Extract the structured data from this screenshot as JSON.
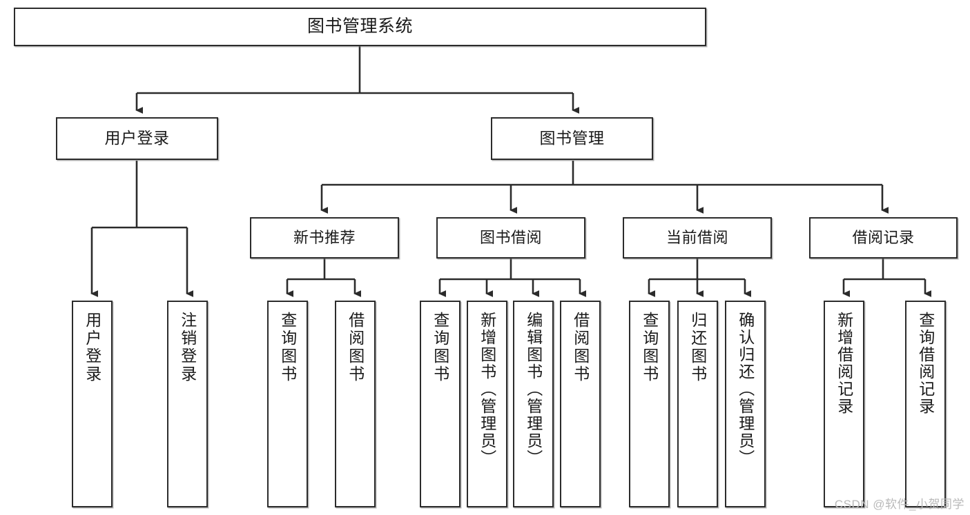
{
  "diagram": {
    "title": "图书管理系统",
    "type": "tree-hierarchy",
    "root": {
      "label": "图书管理系统"
    },
    "level1": [
      {
        "label": "用户登录"
      },
      {
        "label": "图书管理"
      }
    ],
    "level2": [
      {
        "label": "新书推荐"
      },
      {
        "label": "图书借阅"
      },
      {
        "label": "当前借阅"
      },
      {
        "label": "借阅记录"
      }
    ],
    "leaves": {
      "user_login": [
        {
          "label": "用户登录"
        },
        {
          "label": "注销登录"
        }
      ],
      "new_book_recommend": [
        {
          "label": "查询图书"
        },
        {
          "label": "借阅图书"
        }
      ],
      "book_borrow": [
        {
          "label": "查询图书"
        },
        {
          "label": "新增图书（管理员）"
        },
        {
          "label": "编辑图书（管理员）"
        },
        {
          "label": "借阅图书"
        }
      ],
      "current_borrow": [
        {
          "label": "查询图书"
        },
        {
          "label": "归还图书"
        },
        {
          "label": "确认归还（管理员）"
        }
      ],
      "borrow_record": [
        {
          "label": "新增借阅记录"
        },
        {
          "label": "查询借阅记录"
        }
      ]
    }
  },
  "watermark": {
    "text": "CSDN @软件_小贺同学"
  },
  "colors": {
    "stroke": "#2b2b2b",
    "fill": "#ffffff",
    "text": "#1a1a1a",
    "watermark": "#b9b9b9"
  }
}
